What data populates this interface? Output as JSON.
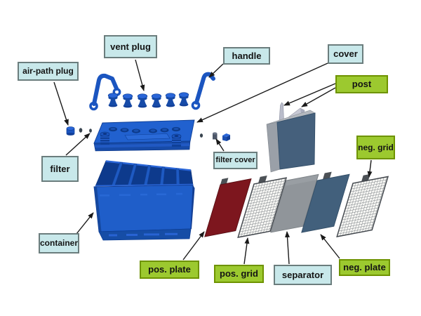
{
  "figure": "exploded-view diagram of a lead-acid battery",
  "callouts": {
    "vent_plug": "vent plug",
    "air_path_plug": "air-path plug",
    "handle": "handle",
    "cover": "cover",
    "post": "post",
    "neg_grid": "neg. grid",
    "filter": "filter",
    "filter_cover": "filter cover",
    "container": "container",
    "pos_plate": "pos. plate",
    "pos_grid": "pos. grid",
    "separator": "separator",
    "neg_plate": "neg. plate"
  },
  "colors": {
    "callout_cyan_bg": "#c8e8ea",
    "callout_cyan_border": "#6b7d7d",
    "callout_green_bg": "#9cc92f",
    "callout_green_border": "#6e9300",
    "battery_blue": "#1f5ec9",
    "battery_blue_dark": "#123f97",
    "pos_plate_red": "#7d161e",
    "neg_plate_slate": "#42607c",
    "separator_gray": "#90959a",
    "element_box_gray": "#9aa0a8",
    "element_face_slate": "#45607c",
    "post_gray": "#c7c8d4",
    "arrow_black": "#1a1a1a",
    "background": "#ffffff"
  }
}
